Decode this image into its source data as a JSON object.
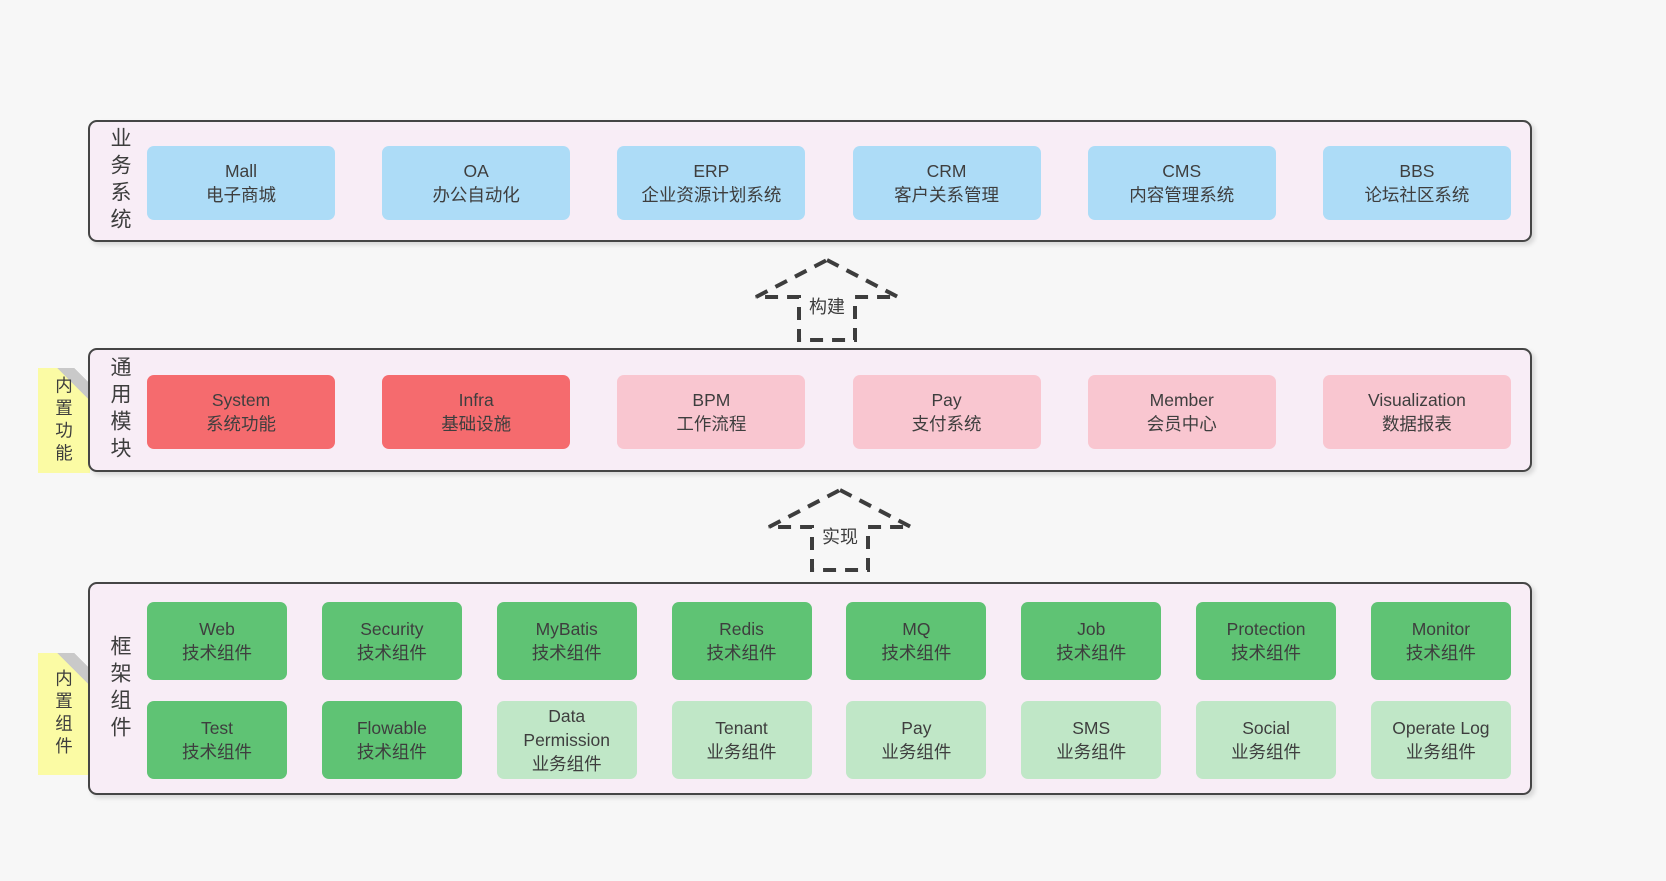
{
  "colors": {
    "page_bg": "#f7f7f7",
    "section_bg": "#f8edf6",
    "section_border": "#454545",
    "text": "#3d3d3d",
    "blue": "#addcf7",
    "red": "#f56b6e",
    "pink": "#f9c6d0",
    "green": "#5fc374",
    "green_light": "#c0e7c7",
    "note_bg": "#fbfba4",
    "note_fold": "#c9c9c9"
  },
  "sections": [
    {
      "id": "business-systems",
      "label_vertical": "业务系统",
      "rows": [
        [
          {
            "title": "Mall",
            "subtitle": "电子商城",
            "variant": "blue"
          },
          {
            "title": "OA",
            "subtitle": "办公自动化",
            "variant": "blue"
          },
          {
            "title": "ERP",
            "subtitle": "企业资源计划系统",
            "variant": "blue"
          },
          {
            "title": "CRM",
            "subtitle": "客户关系管理",
            "variant": "blue"
          },
          {
            "title": "CMS",
            "subtitle": "内容管理系统",
            "variant": "blue"
          },
          {
            "title": "BBS",
            "subtitle": "论坛社区系统",
            "variant": "blue"
          }
        ]
      ]
    },
    {
      "id": "common-modules",
      "label_vertical": "通用模块",
      "note": "内置功能",
      "rows": [
        [
          {
            "title": "System",
            "subtitle": "系统功能",
            "variant": "red"
          },
          {
            "title": "Infra",
            "subtitle": "基础设施",
            "variant": "red"
          },
          {
            "title": "BPM",
            "subtitle": "工作流程",
            "variant": "pink"
          },
          {
            "title": "Pay",
            "subtitle": "支付系统",
            "variant": "pink"
          },
          {
            "title": "Member",
            "subtitle": "会员中心",
            "variant": "pink"
          },
          {
            "title": "Visualization",
            "subtitle": "数据报表",
            "variant": "pink"
          }
        ]
      ]
    },
    {
      "id": "framework-components",
      "label_vertical": "框架组件",
      "note": "内置组件",
      "rows": [
        [
          {
            "title": "Web",
            "subtitle": "技术组件",
            "variant": "green"
          },
          {
            "title": "Security",
            "subtitle": "技术组件",
            "variant": "green"
          },
          {
            "title": "MyBatis",
            "subtitle": "技术组件",
            "variant": "green"
          },
          {
            "title": "Redis",
            "subtitle": "技术组件",
            "variant": "green"
          },
          {
            "title": "MQ",
            "subtitle": "技术组件",
            "variant": "green"
          },
          {
            "title": "Job",
            "subtitle": "技术组件",
            "variant": "green"
          },
          {
            "title": "Protection",
            "subtitle": "技术组件",
            "variant": "green"
          },
          {
            "title": "Monitor",
            "subtitle": "技术组件",
            "variant": "green"
          }
        ],
        [
          {
            "title": "Test",
            "subtitle": "技术组件",
            "variant": "green"
          },
          {
            "title": "Flowable",
            "subtitle": "技术组件",
            "variant": "green"
          },
          {
            "title": "Data Permission",
            "subtitle": "业务组件",
            "variant": "green-light"
          },
          {
            "title": "Tenant",
            "subtitle": "业务组件",
            "variant": "green-light"
          },
          {
            "title": "Pay",
            "subtitle": "业务组件",
            "variant": "green-light"
          },
          {
            "title": "SMS",
            "subtitle": "业务组件",
            "variant": "green-light"
          },
          {
            "title": "Social",
            "subtitle": "业务组件",
            "variant": "green-light"
          },
          {
            "title": "Operate Log",
            "subtitle": "业务组件",
            "variant": "green-light"
          }
        ]
      ]
    }
  ],
  "arrows": [
    {
      "label": "构建"
    },
    {
      "label": "实现"
    }
  ]
}
